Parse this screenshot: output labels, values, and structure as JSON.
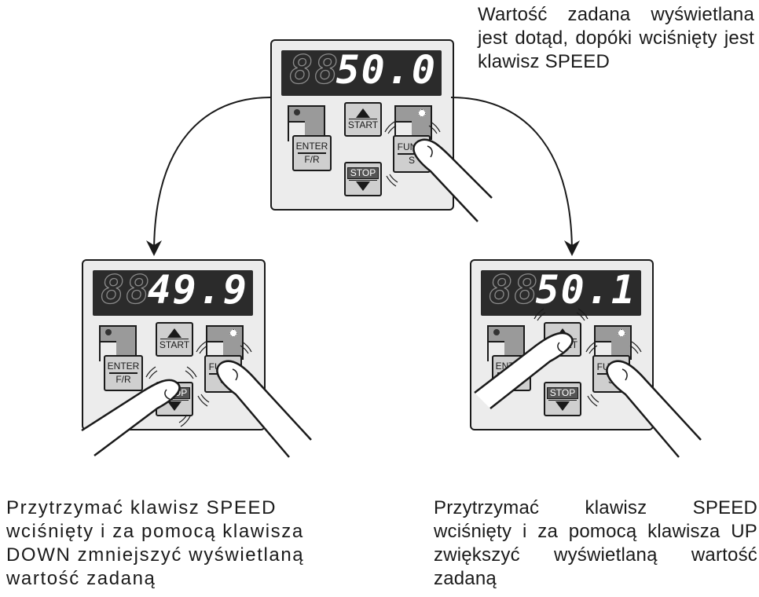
{
  "captions": {
    "top": "Wartość zadana wyświetlana jest dotąd, dopóki wciśnięty jest klawisz SPEED",
    "left": "Przytrzymać klawisz SPEED wciśnięty i za pomocą klawisza DOWN zmniejszyć wyświetlaną wartość zadaną",
    "right": "Przytrzymać klawisz SPEED wciśnięty i za pomocą klawisza UP zwiększyć wyświetlaną wartość zadaną"
  },
  "panels": {
    "top": {
      "display": "50.0"
    },
    "left": {
      "display": "49.9"
    },
    "right": {
      "display": "50.1"
    }
  },
  "display_placeholder": "88",
  "keys": {
    "start": "START",
    "stop": "STOP",
    "enter": "ENTER",
    "fr": "F/R",
    "func": "FUNC.",
    "speed_partial": "S"
  },
  "colors": {
    "panel": "#ececec",
    "display_bg": "#2b2b2b",
    "digits": "#ffffff",
    "led_on": "#333333",
    "led_off": "#ffffff",
    "finger": "#ffffff"
  }
}
